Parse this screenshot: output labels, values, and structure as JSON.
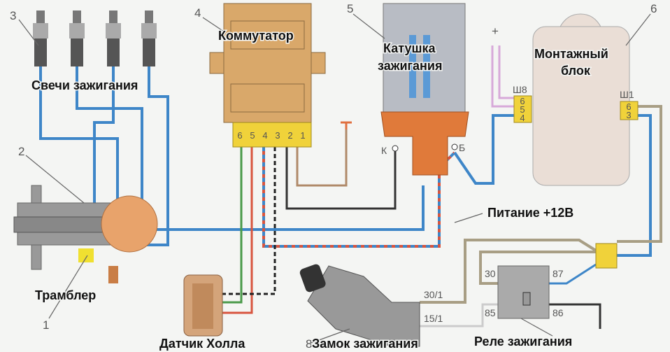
{
  "labels": {
    "spark_plugs": "Свечи зажигания",
    "distributor": "Трамблер",
    "hall_sensor": "Датчик Холла",
    "commutator": "Коммутатор",
    "ignition_coil_line1": "Катушка",
    "ignition_coil_line2": "зажигания",
    "mounting_block_line1": "Монтажный",
    "mounting_block_line2": "блок",
    "power": "Питание +12В",
    "ignition_lock": "Замок зажигания",
    "ignition_relay": "Реле зажигания"
  },
  "callouts": {
    "n1": "1",
    "n2": "2",
    "n3": "3",
    "n4": "4",
    "n5": "5",
    "n6": "6",
    "n8": "8"
  },
  "commutator_pins": [
    "6",
    "5",
    "4",
    "3",
    "2",
    "1"
  ],
  "coil_terminals": {
    "k": "К",
    "b": "Б"
  },
  "mounting_block": {
    "sh8": "Ш8",
    "sh8_pins": [
      "6",
      "5",
      "4"
    ],
    "sh1": "Ш1",
    "sh1_pins": [
      "6",
      "3"
    ],
    "plus": "+"
  },
  "relay_terminals": {
    "t30": "30",
    "t87": "87",
    "t85": "85",
    "t86": "86"
  },
  "lock_terminals": {
    "t30_1": "30/1",
    "t15_1": "15/1"
  },
  "colors": {
    "hv_wire": "#3e86c8",
    "component_orange": "#e8a36b",
    "connector_yellow": "#f0d23a",
    "commutator": "#d9a86a"
  }
}
